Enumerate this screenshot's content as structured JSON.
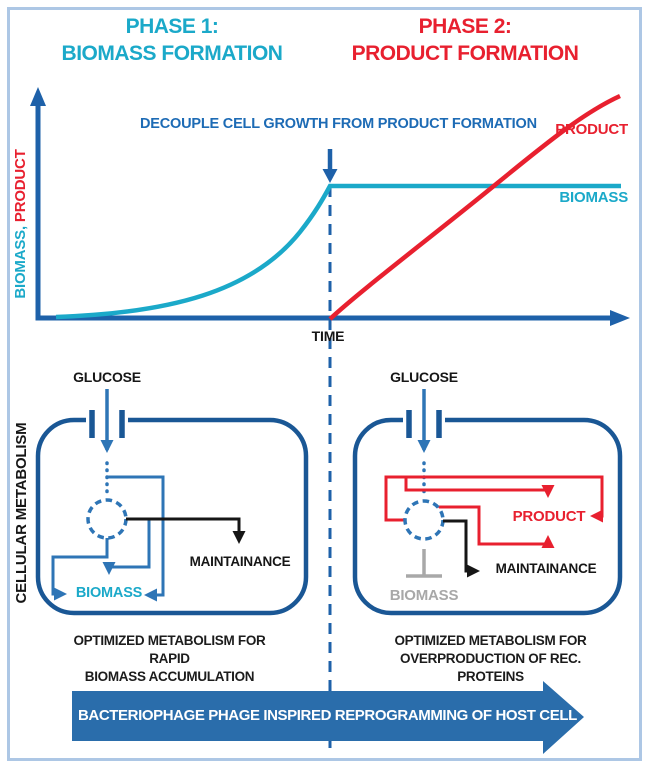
{
  "header": {
    "phase1": {
      "line1": "PHASE 1:",
      "line2": "BIOMASS FORMATION"
    },
    "phase2": {
      "line1": "PHASE 2:",
      "line2": "PRODUCT FORMATION"
    }
  },
  "chart": {
    "annotation": "DECOUPLE CELL GROWTH FROM PRODUCT FORMATION",
    "y_axis_label_part1": "BIOMASS,",
    "y_axis_label_part2": "PRODUCT",
    "x_axis_label": "TIME",
    "product_curve_label": "PRODUCT",
    "biomass_curve_label": "BIOMASS"
  },
  "chart_data": {
    "type": "line",
    "xlabel": "TIME",
    "ylabel": "BIOMASS, PRODUCT",
    "axes_quantitative": false,
    "grid": false,
    "legend_position": "labels at right end of curves",
    "annotation": "DECOUPLE CELL GROWTH FROM PRODUCT FORMATION (arrow + dashed line at phase boundary)",
    "phase_boundary_x_fraction": 0.51,
    "series": [
      {
        "name": "BIOMASS",
        "color": "#1BA9C9",
        "shape": "exponential rise during phase 1, constant plateau during phase 2",
        "x_fraction": [
          0.03,
          0.2,
          0.3,
          0.38,
          0.44,
          0.48,
          0.51,
          1.0
        ],
        "y_fraction_of_max": [
          0.01,
          0.04,
          0.1,
          0.22,
          0.38,
          0.52,
          0.6,
          0.6
        ]
      },
      {
        "name": "PRODUCT",
        "color": "#E8202F",
        "shape": "starts at phase boundary, near-linear rise flattening at top",
        "x_fraction": [
          0.51,
          0.62,
          0.74,
          0.86,
          0.95,
          1.0
        ],
        "y_fraction_of_max": [
          0.0,
          0.2,
          0.45,
          0.72,
          0.93,
          1.0
        ]
      }
    ]
  },
  "metabolism": {
    "section_label": "CELLULAR METABOLISM",
    "left_cell": {
      "glucose": "GLUCOSE",
      "maintainance": "MAINTAINANCE",
      "biomass": "BIOMASS",
      "caption_line1": "OPTIMIZED METABOLISM FOR RAPID",
      "caption_line2": "BIOMASS ACCUMULATION"
    },
    "right_cell": {
      "glucose": "GLUCOSE",
      "product": "PRODUCT",
      "maintainance": "MAINTAINANCE",
      "biomass": "BIOMASS",
      "caption_line1": "OPTIMIZED METABOLISM FOR",
      "caption_line2": "OVERPRODUCTION OF REC. PROTEINS"
    }
  },
  "banner": {
    "label": "BACTERIOPHAGE PHAGE INSPIRED REPROGRAMMING OF HOST CELL"
  },
  "colors": {
    "teal": "#1BA9C9",
    "red": "#E8202F",
    "axis_blue": "#1E61A9",
    "cell_border_blue": "#1A5795",
    "medium_blue": "#2E75B6",
    "banner_blue": "#2A6DAB",
    "gray": "#A8A8A8",
    "frame_border": "#ADC7E5"
  }
}
